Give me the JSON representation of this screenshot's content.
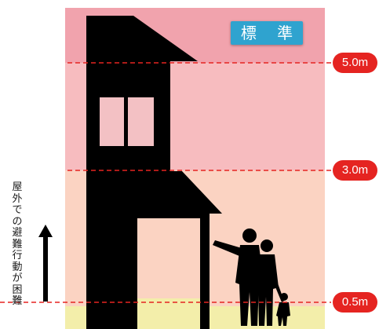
{
  "badge": {
    "label": "標 準"
  },
  "levels": [
    {
      "label": "5.0m",
      "color": "#e52421"
    },
    {
      "label": "3.0m",
      "color": "#e52421"
    },
    {
      "label": "0.5m",
      "color": "#e52421"
    }
  ],
  "side_note": "屋外での避難行動が困難",
  "colors": {
    "band_top": "#f1a3ad",
    "band_mid": "#f7bcbf",
    "band_low": "#fbd3c2",
    "ground": "#f3eeaa",
    "badge": "#2fa3cf",
    "dash_line": "#e52421",
    "silhouette": "#000000"
  },
  "icons": {
    "house": "house-silhouette-icon",
    "family": "family-silhouette-icon",
    "arrow": "up-arrow-icon"
  }
}
